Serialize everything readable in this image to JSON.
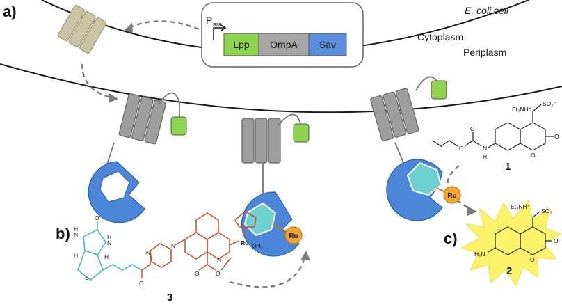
{
  "panels": {
    "a": "a)",
    "b": "b)",
    "c": "c)"
  },
  "regions": {
    "cell": "E. coli cell",
    "cytoplasm": "Cytoplasm",
    "periplasm": "Periplasm"
  },
  "plasmid": {
    "promoter_main": "P",
    "promoter_sub": "ara",
    "segments": [
      {
        "label": "Lpp",
        "color": "#8fd44f"
      },
      {
        "label": "OmpA",
        "color": "#a6a6a6"
      },
      {
        "label": "Sav",
        "color": "#5a8fdc"
      }
    ]
  },
  "metal": "Ru",
  "compounds": {
    "c1": {
      "number": "1",
      "counterion": "Et₃NH⁺",
      "sulfonate": "SO₃⁻",
      "atoms": {
        "o": "O",
        "h": "H",
        "n": "N"
      }
    },
    "c2": {
      "number": "2",
      "counterion": "Et₃NH⁺",
      "sulfonate": "SO₃⁻",
      "amine": "H₂N",
      "atoms": {
        "o": "O"
      }
    },
    "c3": {
      "number": "3",
      "atoms": {
        "o": "O",
        "h": "H",
        "n": "N",
        "s": "S"
      },
      "metal": "Ru",
      "water": "OH₂"
    }
  },
  "colors": {
    "membrane": "#1a1a1a",
    "transporter_outline": "#b8b38f",
    "transporter_fill": "#c9c5a3",
    "barrel_fill": "#9e9e9e",
    "lpp_green": "#8fd44f",
    "sav_blue": "#4c86d8",
    "ru_orange": "#f3a533",
    "cofactor_cyan": "#6fd0d2",
    "burst_yellow": "#fdf36b"
  }
}
